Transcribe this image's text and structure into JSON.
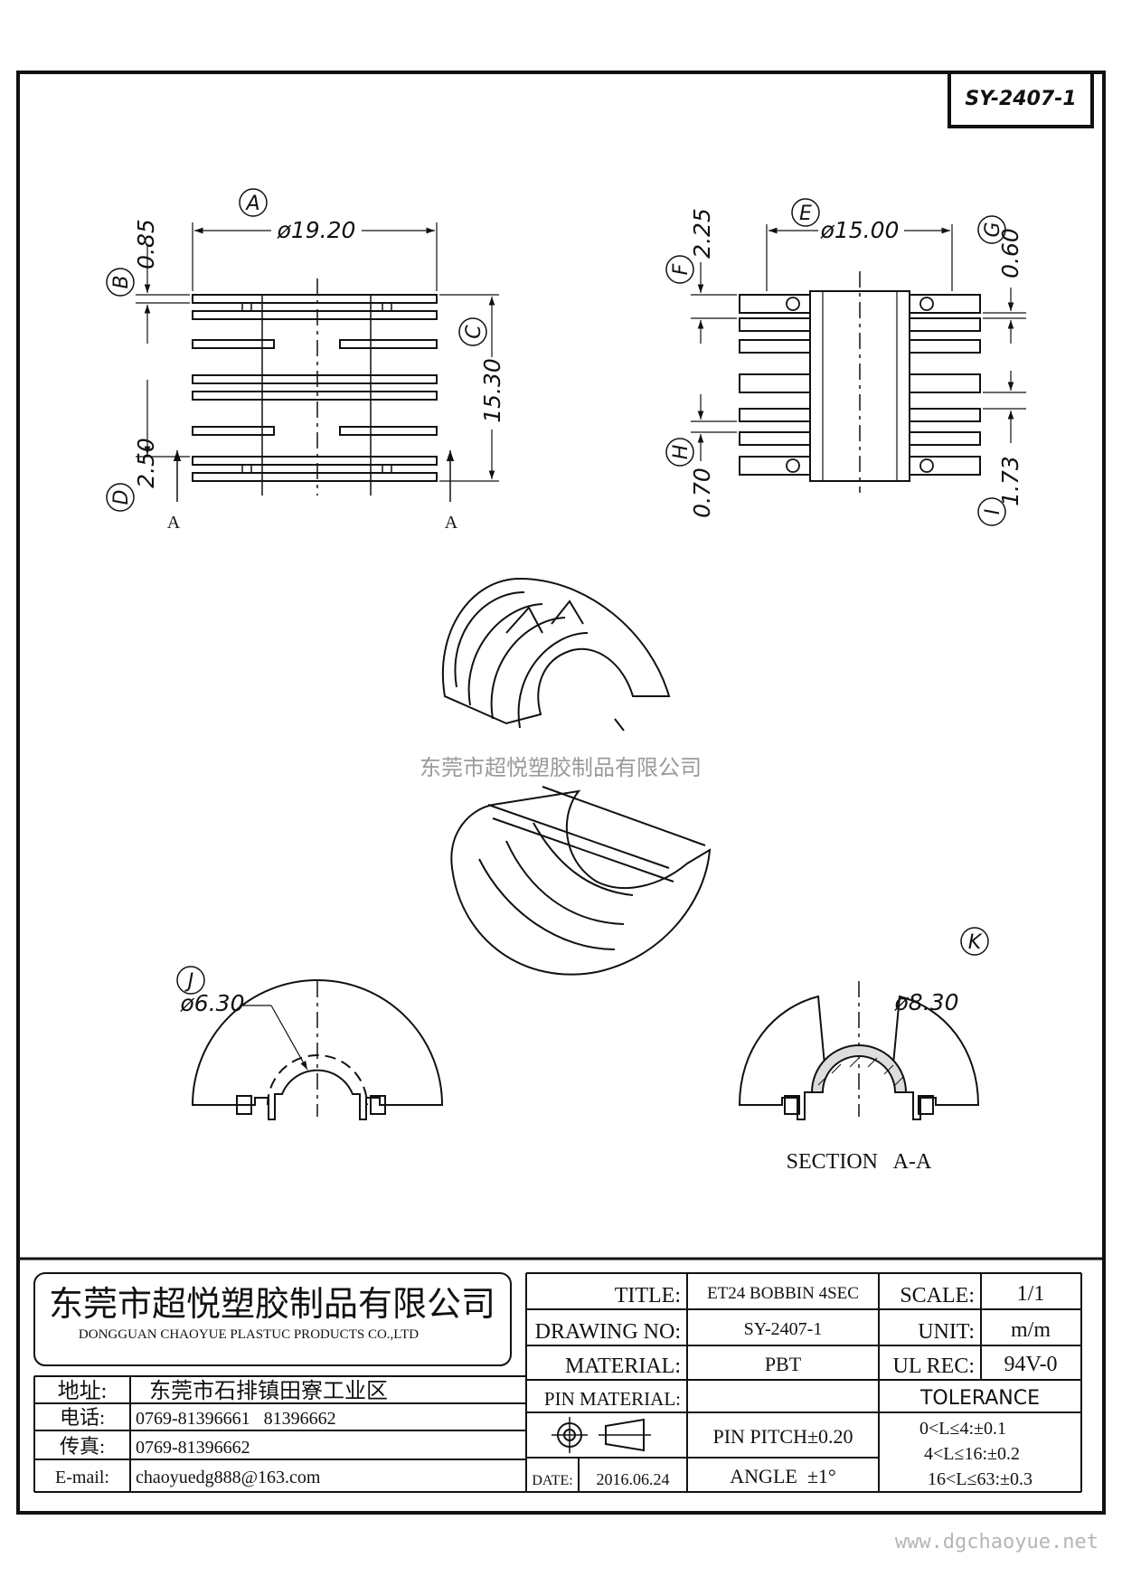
{
  "drawing_id": "SY-2407-1",
  "top_left_view": {
    "callout_a": "A",
    "dia_a": "ø19.20",
    "callout_b": "B",
    "dim_b": "0.85",
    "callout_c": "C",
    "dim_c": "15.30",
    "callout_d": "D",
    "dim_d": "2.50",
    "section_mark_left": "A",
    "section_mark_right": "A"
  },
  "top_right_view": {
    "callout_e": "E",
    "dia_e": "ø15.00",
    "callout_f": "F",
    "dim_f": "2.25",
    "callout_g": "G",
    "dim_g": "0.60",
    "callout_h": "H",
    "dim_h": "0.70",
    "callout_i": "I",
    "dim_i": "1.73"
  },
  "watermark": "东莞市超悦塑胶制品有限公司",
  "bottom_left_view": {
    "callout_j": "J",
    "dia_j": "ø6.30"
  },
  "bottom_right_view": {
    "callout_k": "K",
    "dia_k": "ø8.30",
    "section_label": "SECTION   A-A"
  },
  "title_block": {
    "company_cn": "东莞市超悦塑胶制品有限公司",
    "company_en": "DONGGUAN CHAOYUE PLASTUC PRODUCTS CO.,LTD",
    "address_label": "地址:",
    "address_value": "东莞市石排镇田寮工业区",
    "phone_label": "电话:",
    "phone_value": "0769-81396661   81396662",
    "fax_label": "传真:",
    "fax_value": "0769-81396662",
    "email_label": "E-mail:",
    "email_value": "chaoyuedg888@163.com",
    "title_label": "TITLE:",
    "title_value": "ET24 BOBBIN 4SEC",
    "drawing_no_label": "DRAWING NO:",
    "drawing_no_value": "SY-2407-1",
    "material_label": "MATERIAL:",
    "material_value": "PBT",
    "pin_material_label": "PIN MATERIAL:",
    "pin_material_value": "",
    "pin_pitch": "PIN PITCH±0.20",
    "date_label": "DATE:",
    "date_value": "2016.06.24",
    "angle_label": "ANGLE  ±1°",
    "scale_label": "SCALE:",
    "scale_value": "1/1",
    "unit_label": "UNIT:",
    "unit_value": "m/m",
    "ul_label": "UL REC:",
    "ul_value": "94V-0",
    "tolerance_label": "TOLERANCE",
    "tol_1": "0<L≤4:±0.1",
    "tol_2": "4<L≤16:±0.2",
    "tol_3": "16<L≤63:±0.3"
  },
  "website": "www.dgchaoyue.net"
}
